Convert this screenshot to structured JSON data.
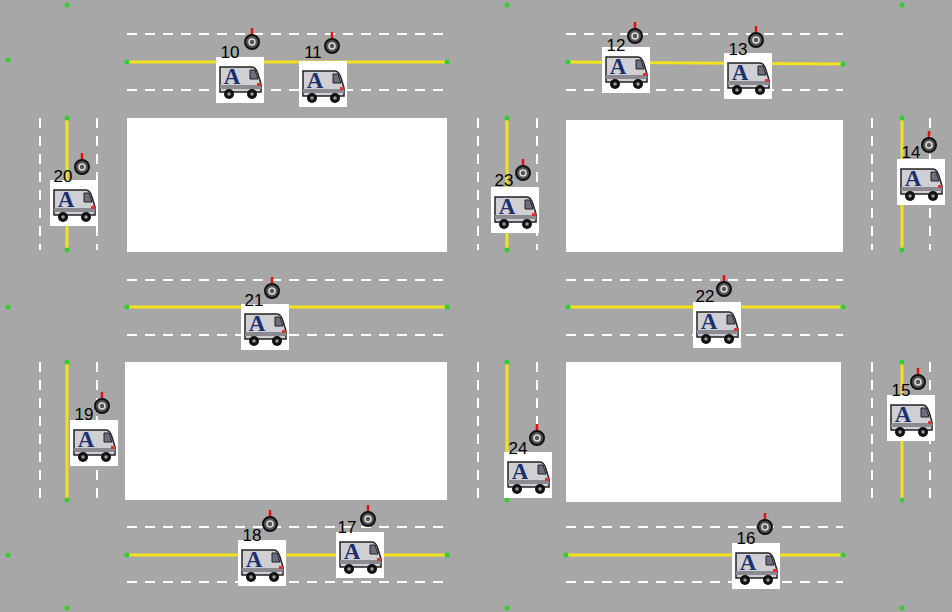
{
  "diagram": {
    "labels": [
      "10",
      "A",
      "11",
      "A",
      "12",
      "A",
      "13",
      "A",
      "20",
      "A",
      "23",
      "A",
      "14",
      "A",
      "21",
      "A",
      "22",
      "A",
      "19",
      "A",
      "24",
      "A",
      "15",
      "A",
      "18",
      "A",
      "17",
      "A",
      "16",
      "A"
    ]
  }
}
